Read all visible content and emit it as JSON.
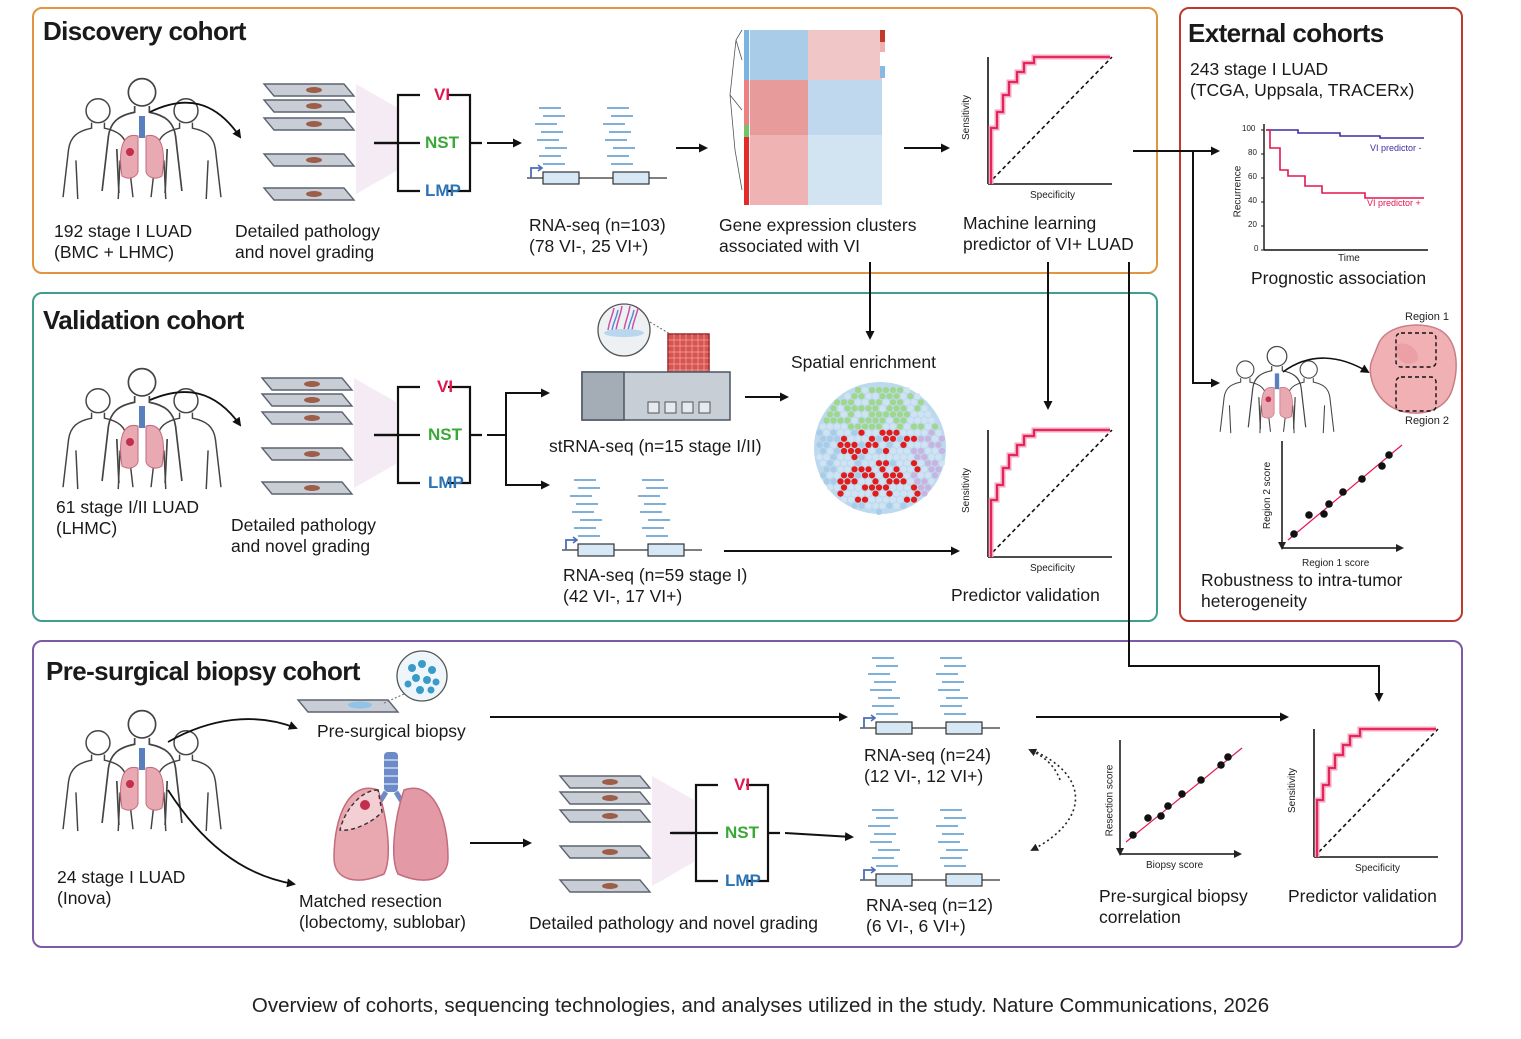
{
  "discovery": {
    "title": "Discovery cohort",
    "patients": [
      "192 stage I LUAD",
      "(BMC + LHMC)"
    ],
    "pathology": [
      "Detailed pathology",
      "and novel grading"
    ],
    "grades": [
      "VI",
      "NST",
      "LMP"
    ],
    "rnaseq": [
      "RNA-seq (n=103)",
      "(78 VI-, 25 VI+)"
    ],
    "clusters": [
      "Gene expression clusters",
      "associated with VI"
    ],
    "predictor": [
      "Machine learning",
      "predictor of VI+ LUAD"
    ],
    "roc_ylabel": "Sensitivity",
    "roc_xlabel": "Specificity"
  },
  "validation": {
    "title": "Validation cohort",
    "patients": [
      "61 stage I/II LUAD",
      "(LHMC)"
    ],
    "pathology": [
      "Detailed pathology",
      "and novel grading"
    ],
    "grades": [
      "VI",
      "NST",
      "LMP"
    ],
    "strnaseq": "stRNA-seq (n=15 stage I/II)",
    "spatial": "Spatial enrichment",
    "rnaseq": [
      "RNA-seq (n=59 stage I)",
      "(42 VI-, 17 VI+)"
    ],
    "predictor": "Predictor validation",
    "roc_ylabel": "Sensitivity",
    "roc_xlabel": "Specificity"
  },
  "external": {
    "title": "External cohorts",
    "patients": [
      "243 stage I LUAD",
      "(TCGA, Uppsala, TRACERx)"
    ],
    "km_yticks": [
      "100",
      "80",
      "60",
      "40",
      "20",
      "0"
    ],
    "km_ylabel": "Recurrence",
    "km_xlabel": "Time",
    "km_minus": "VI predictor -",
    "km_plus": "VI predictor +",
    "prognostic": "Prognostic association",
    "region1": "Region 1",
    "region2": "Region 2",
    "scatter_ylabel": "Region 2 score",
    "scatter_xlabel": "Region 1 score",
    "robustness": [
      "Robustness to intra-tumor",
      "heterogeneity"
    ]
  },
  "presurgical": {
    "title": "Pre-surgical biopsy cohort",
    "patients": [
      "24 stage I LUAD",
      "(Inova)"
    ],
    "biopsy": "Pre-surgical biopsy",
    "resection": [
      "Matched resection",
      "(lobectomy, sublobar)"
    ],
    "pathology": "Detailed pathology and novel grading",
    "grades": [
      "VI",
      "NST",
      "LMP"
    ],
    "rnaseq_biopsy": [
      "RNA-seq (n=24)",
      "(12 VI-, 12 VI+)"
    ],
    "rnaseq_resection": [
      "RNA-seq (n=12)",
      "(6 VI-, 6 VI+)"
    ],
    "scatter_ylabel": "Resection score",
    "scatter_xlabel": "Biopsy score",
    "correlation": [
      "Pre-surgical biopsy",
      "correlation"
    ],
    "predictor": "Predictor validation",
    "roc_ylabel": "Sensitivity",
    "roc_xlabel": "Specificity"
  },
  "caption": "Overview of cohorts, sequencing technologies, and analyses utilized in the study. Nature Communications, 2026",
  "colors": {
    "discovery": "#e0953e",
    "validation": "#3f9e8c",
    "external": "#c0392b",
    "presurgical": "#7b5aa6",
    "vi": "#e3174f",
    "nst": "#3aa836",
    "lmp": "#2b73b5"
  }
}
